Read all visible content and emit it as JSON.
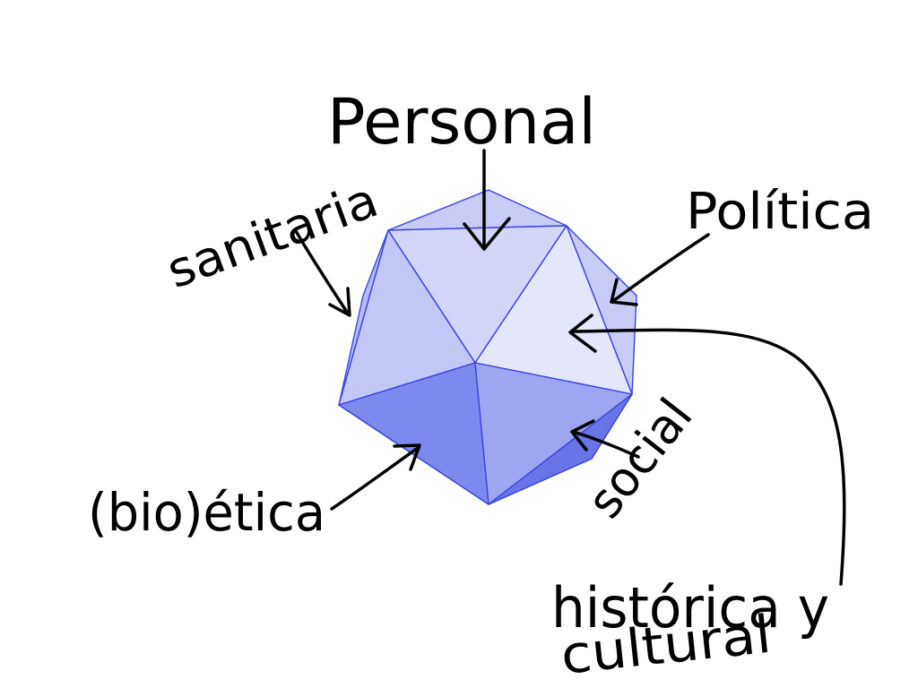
{
  "diagram": {
    "labels": {
      "personal": "Personal",
      "sanitaria": "sanitaria",
      "politica": "Política",
      "bioetica": "(bio)ética",
      "social": "social",
      "historica": "histórica y",
      "cultural": "cultural"
    },
    "colors": {
      "face_lightest": "#e4e6fa",
      "face_light": "#d3d6f9",
      "face_mid": "#c7cbf6",
      "face_side": "#b6bcf3",
      "face_medium": "#9ea6f2",
      "face_dark": "#7e89ee",
      "face_darkest": "#6a74e6",
      "edge": "#3a44e0",
      "ink": "#000000"
    }
  }
}
